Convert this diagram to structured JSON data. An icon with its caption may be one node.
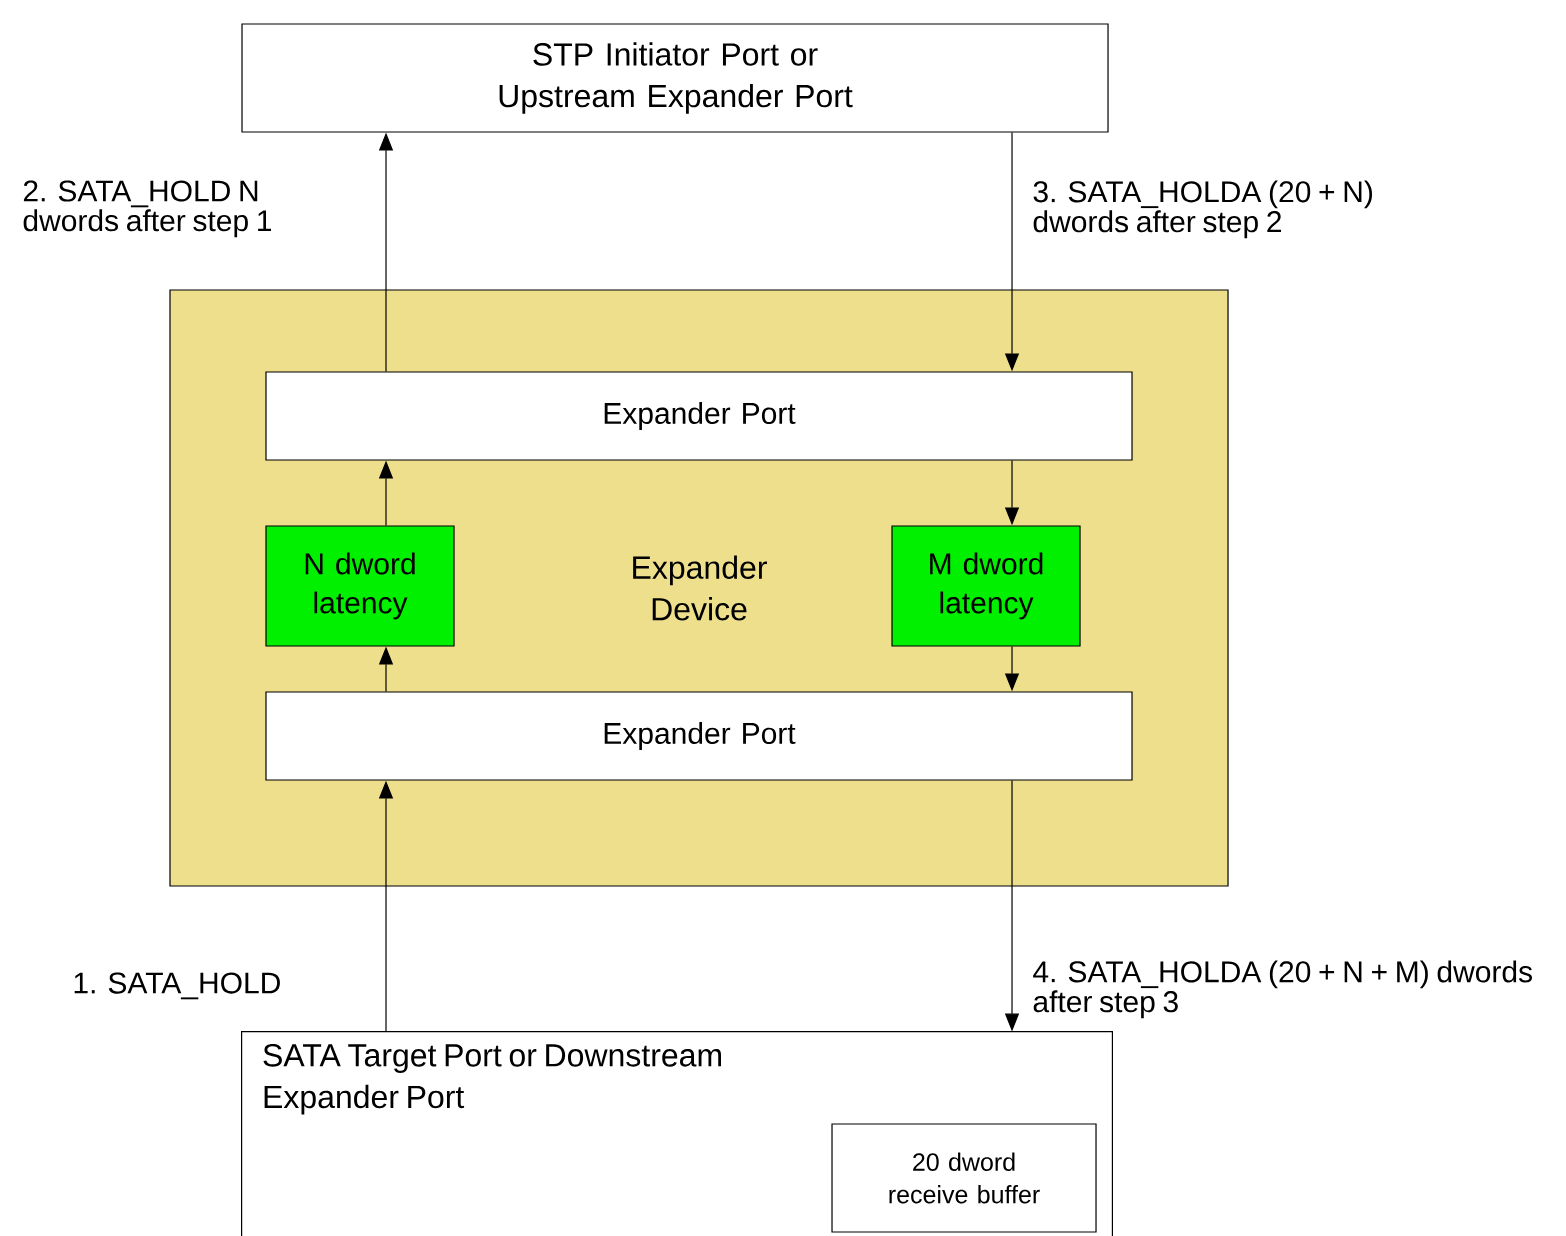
{
  "diagram": {
    "nodes": [
      {
        "text": [
          "STP Initiator Port or Upstream Expander Port"
        ]
      },
      {
        "text": [
          "Expander Device"
        ]
      },
      {
        "text": [
          "Expander Port"
        ],
        "in": 1
      },
      {
        "text": [
          "N dword latency"
        ],
        "in": 1
      },
      {
        "text": [
          "M dword latency"
        ],
        "in": 1
      },
      {
        "text": [
          "Expander Port"
        ],
        "in": 1
      },
      {
        "text": [
          "SATA Target Port or Downstream Expander Port"
        ]
      },
      {
        "text": [
          "20 dword receive buffer"
        ],
        "in": 6
      }
    ],
    "edges": [
      {
        "from": 6,
        "to": 5,
        "arrow": "to",
        "label": "1. SATA_HOLD"
      },
      {
        "from": 5,
        "to": 3,
        "arrow": "to"
      },
      {
        "from": 3,
        "to": 2,
        "arrow": "to"
      },
      {
        "from": 2,
        "to": 0,
        "arrow": "to",
        "label": "2. SATA_HOLD N dwords after step 1"
      },
      {
        "from": 0,
        "to": 2,
        "arrow": "to",
        "label": "3. SATA_HOLDA (20 + N) dwords after step 2"
      },
      {
        "from": 2,
        "to": 4,
        "arrow": "to"
      },
      {
        "from": 4,
        "to": 5,
        "arrow": "to"
      },
      {
        "from": 5,
        "to": 6,
        "arrow": "to",
        "label": "4. SATA_HOLDA (20 + N + M) dwords after step 3"
      }
    ]
  }
}
